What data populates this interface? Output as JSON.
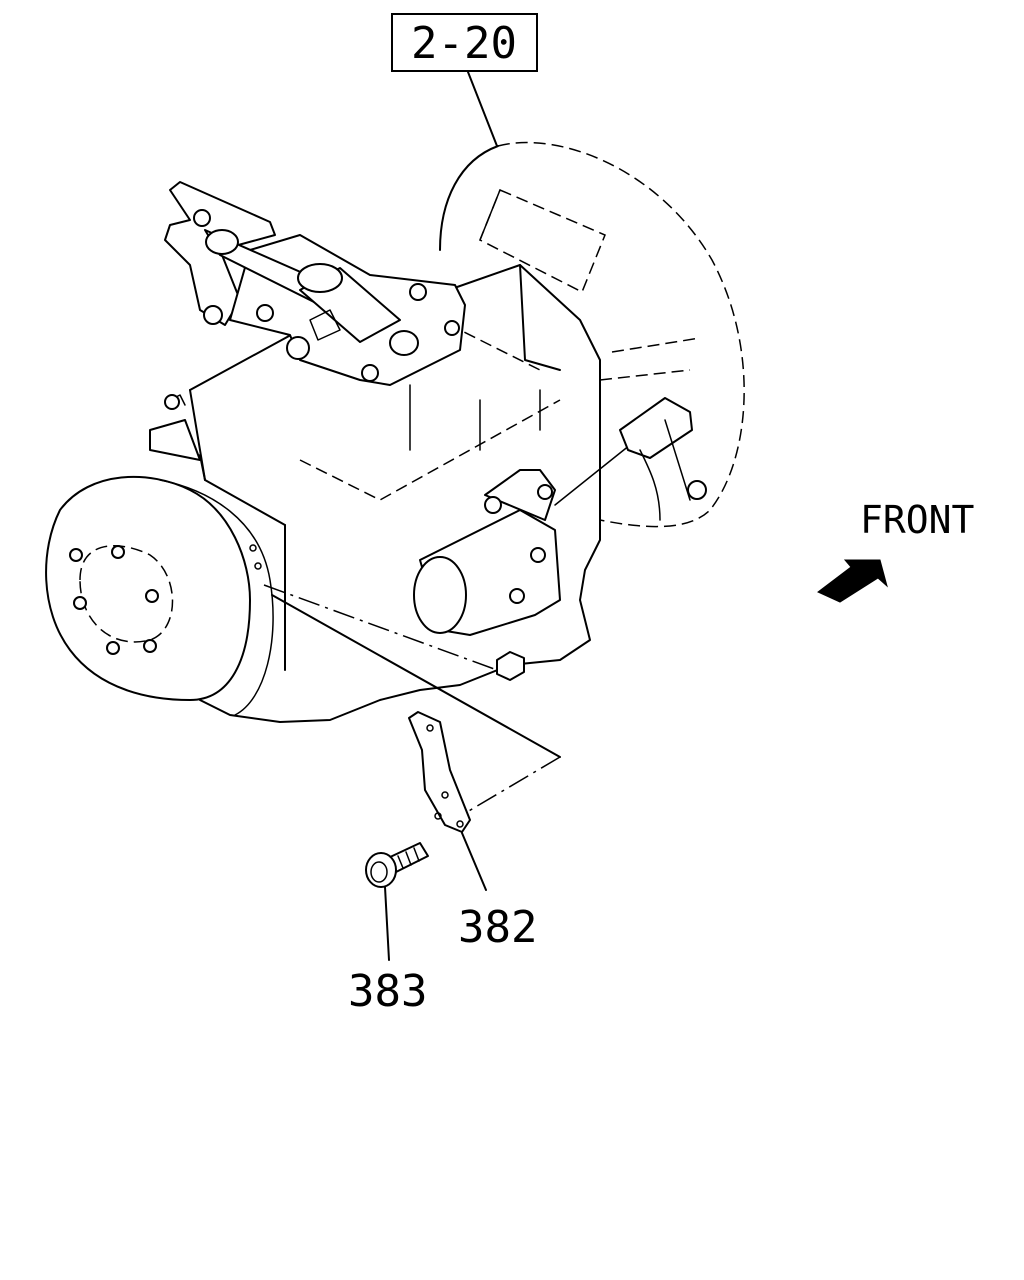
{
  "callouts": {
    "ref_box": "2-20",
    "part_382": "382",
    "part_383": "383"
  },
  "direction": {
    "label": "FRONT"
  }
}
